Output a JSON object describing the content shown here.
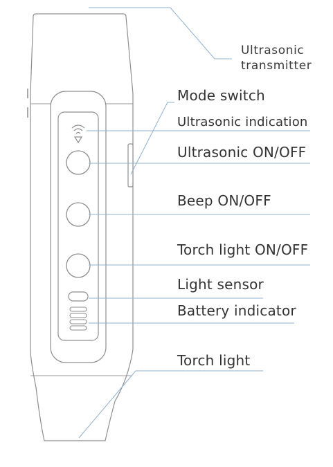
{
  "labels": {
    "ultrasonic_transmitter_line1": "Ultrasonic",
    "ultrasonic_transmitter_line2": "transmitter",
    "mode_switch": "Mode switch",
    "ultrasonic_indication": "Ultrasonic indication",
    "ultrasonic_on_off": "Ultrasonic ON/OFF",
    "beep_on_off": "Beep ON/OFF",
    "torch_light_on_off": "Torch light ON/OFF",
    "light_sensor": "Light sensor",
    "battery_indicator": "Battery indicator",
    "torch_light": "Torch light"
  },
  "colors": {
    "outline": "#8e8e8e",
    "leader_line": "#8fb0cf",
    "text": "#333333"
  }
}
